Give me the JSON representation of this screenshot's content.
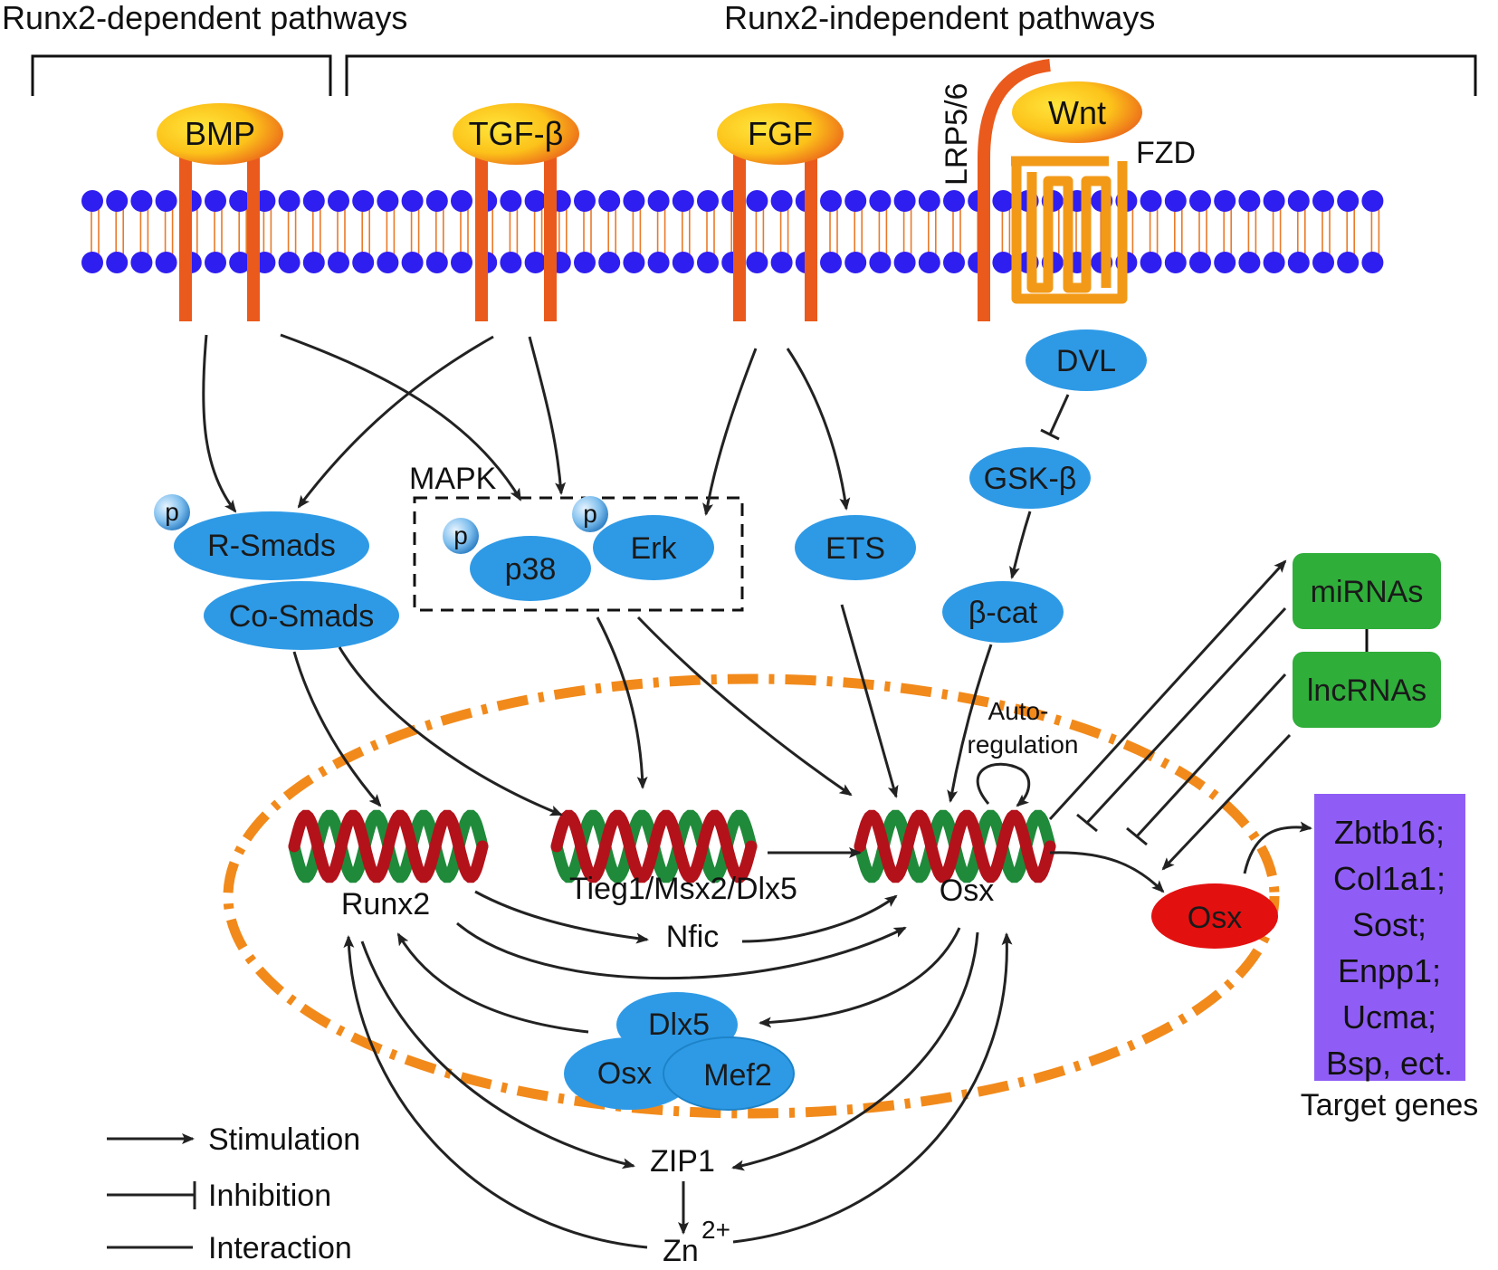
{
  "headers": {
    "dependent": "Runx2-dependent pathways",
    "independent": "Runx2-independent pathways"
  },
  "ligands": {
    "bmp": "BMP",
    "tgf": "TGF-β",
    "fgf": "FGF",
    "wnt": "Wnt"
  },
  "receptors": {
    "lrp": "LRP5/6",
    "fzd": "FZD"
  },
  "nodes": {
    "dvl": "DVL",
    "gsk": "GSK-β",
    "bcat": "β-cat",
    "rsmads": "R-Smads",
    "cosmads": "Co-Smads",
    "mapk": "MAPK",
    "p38": "p38",
    "erk": "Erk",
    "ets": "ETS",
    "p": "p"
  },
  "rna": {
    "mirnas": "miRNAs",
    "lncrnas": "lncRNAs"
  },
  "genes": {
    "runx2": "Runx2",
    "tieg": "Tieg1/Msx2/Dlx5",
    "osx": "Osx",
    "nfic": "Nfic",
    "autoreg1": "Auto-",
    "autoreg2": "regulation",
    "osx_protein": "Osx"
  },
  "complex": {
    "dlx5": "Dlx5",
    "osx": "Osx",
    "mef2": "Mef2"
  },
  "zinc": {
    "zip1": "ZIP1",
    "zn": "Zn",
    "charge": "2+"
  },
  "targets": {
    "items": [
      "Zbtb16;",
      "Col1a1;",
      "Sost;",
      "Enpp1;",
      "Ucma;",
      "Bsp, ect."
    ],
    "caption": "Target genes"
  },
  "legend": {
    "stimulation": "Stimulation",
    "inhibition": "Inhibition",
    "interaction": "Interaction"
  },
  "colors": {
    "membrane_dot": "#2f1ef0",
    "receptor": "#ea5a1c",
    "node_blue": "#2e9ae6",
    "rna_green": "#2fae3a",
    "osx_red": "#e31010",
    "target_purple": "#8f5df5",
    "nucleus_orange": "#f18a1b",
    "dna_red": "#b3121b",
    "dna_green": "#1f8a3a"
  }
}
